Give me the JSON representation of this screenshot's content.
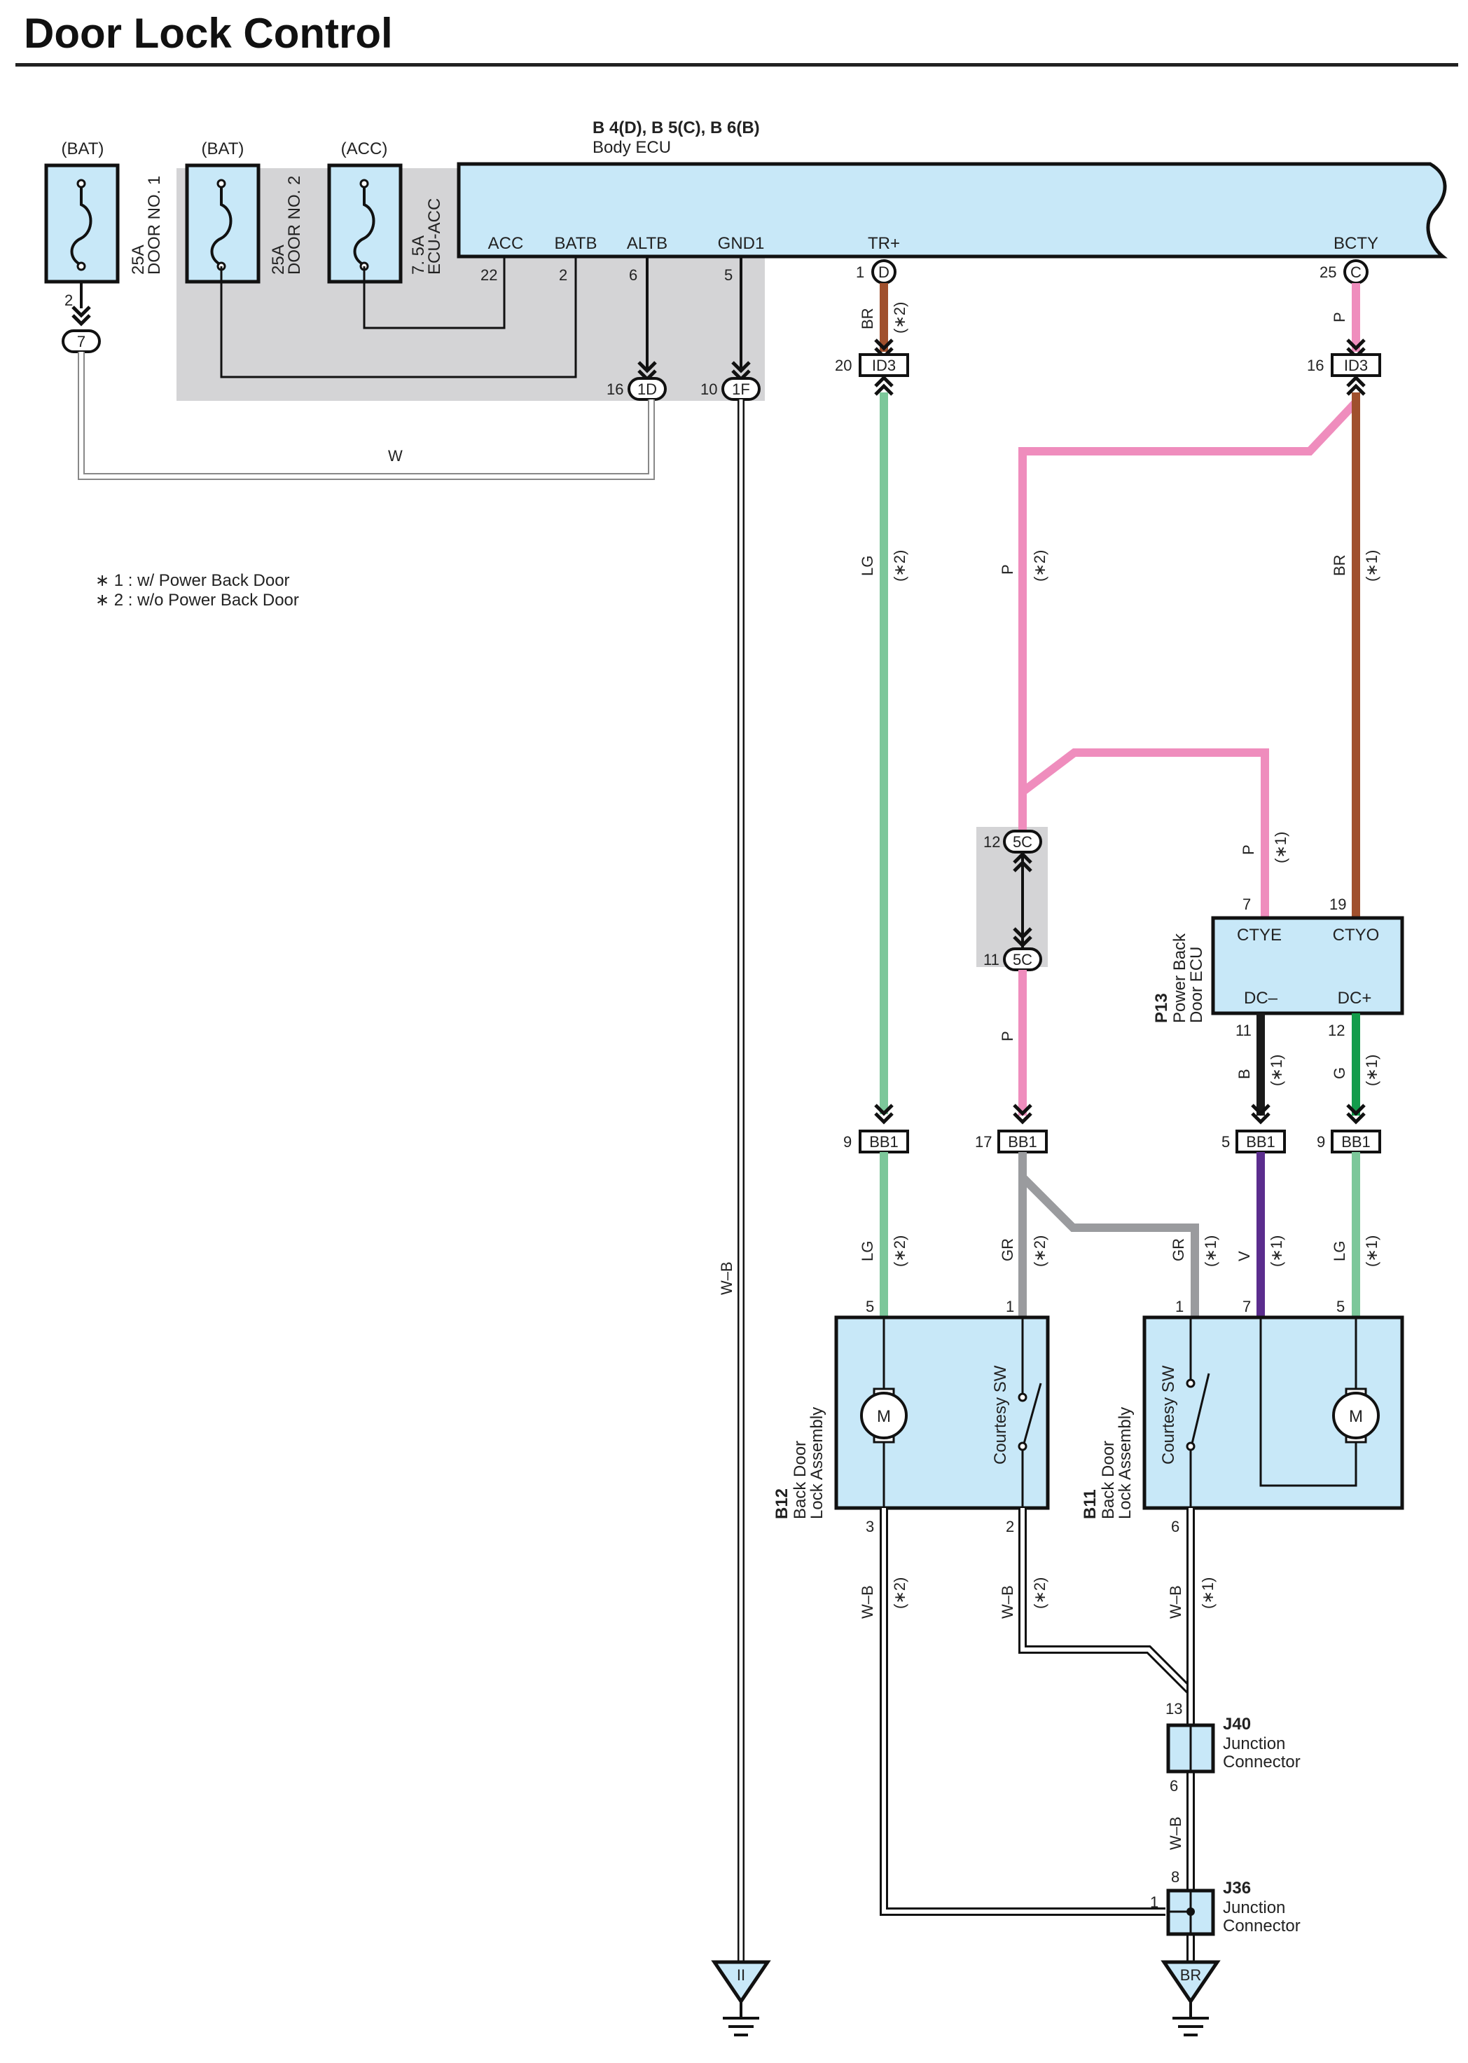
{
  "title": "Door Lock Control",
  "fuses": [
    {
      "source": "(BAT)",
      "rating": "25A",
      "name": "DOOR NO. 1"
    },
    {
      "source": "(BAT)",
      "rating": "25A",
      "name": "DOOR NO. 2"
    },
    {
      "source": "(ACC)",
      "rating": "7. 5A",
      "name": "ECU-ACC"
    }
  ],
  "fuse_pin": "2",
  "fuse_connector": "7",
  "body_ecu": {
    "id": "B 4(D), B 5(C), B 6(B)",
    "name": "Body ECU",
    "terminals": [
      {
        "name": "ACC",
        "pin": "22"
      },
      {
        "name": "BATB",
        "pin": "2"
      },
      {
        "name": "ALTB",
        "pin": "6"
      },
      {
        "name": "GND1",
        "pin": "5"
      },
      {
        "name": "TR+",
        "pin": "1",
        "conn": "D"
      },
      {
        "name": "BCTY",
        "pin": "25",
        "conn": "C"
      }
    ]
  },
  "junction_connectors": [
    {
      "pin": "16",
      "conn": "1D"
    },
    {
      "pin": "10",
      "conn": "1F"
    },
    {
      "pin": "20",
      "conn": "ID3"
    },
    {
      "pin": "16",
      "conn": "ID3"
    },
    {
      "pin": "12",
      "conn": "5C"
    },
    {
      "pin": "11",
      "conn": "5C"
    },
    {
      "pin": "9",
      "conn": "BB1"
    },
    {
      "pin": "17",
      "conn": "BB1"
    },
    {
      "pin": "5",
      "conn": "BB1"
    },
    {
      "pin": "9",
      "conn": "BB1"
    }
  ],
  "wires": {
    "w": "W",
    "br": "BR",
    "p": "P",
    "lg": "LG",
    "gr": "GR",
    "b": "B",
    "g": "G",
    "v": "V",
    "wb": "W–B"
  },
  "notes_refs": {
    "n1": "(∗1)",
    "n2": "(∗2)"
  },
  "notes": [
    "∗ 1 : w/ Power Back Door",
    "∗ 2 : w/o Power Back Door"
  ],
  "power_back_door_ecu": {
    "id": "P13",
    "name_line1": "Power Back",
    "name_line2": "Door ECU",
    "terminals": [
      {
        "name": "CTYE",
        "pin": "7"
      },
      {
        "name": "CTYO",
        "pin": "19"
      },
      {
        "name": "DC–",
        "pin": "11"
      },
      {
        "name": "DC+",
        "pin": "12"
      }
    ]
  },
  "b12": {
    "id": "B12",
    "name_line1": "Back Door",
    "name_line2": "Lock Assembly",
    "switch": "Courtesy SW",
    "motor": "M",
    "pins": {
      "top_left": "5",
      "top_right": "1",
      "bottom_left": "3",
      "bottom_right": "2"
    }
  },
  "b11": {
    "id": "B11",
    "name_line1": "Back Door",
    "name_line2": "Lock Assembly",
    "switch": "Courtesy SW",
    "motor": "M",
    "pins": {
      "top_sw": "1",
      "top_v": "7",
      "top_lg": "5",
      "bottom": "6"
    }
  },
  "j40": {
    "id": "J40",
    "name_line1": "Junction",
    "name_line2": "Connector",
    "pin_top": "13",
    "pin_bottom": "6"
  },
  "j36": {
    "id": "J36",
    "name_line1": "Junction",
    "name_line2": "Connector",
    "pin_top": "8",
    "pin_left": "1"
  },
  "grounds": [
    {
      "label": "II"
    },
    {
      "label": "BR"
    }
  ],
  "colors": {
    "component_fill": "#c8e8f8",
    "gray_area": "#d4d4d6",
    "wire_pink": "#ef8dbd",
    "wire_brown": "#a0502d",
    "wire_lightgreen": "#7cc79a",
    "wire_green": "#139c4b",
    "wire_gray": "#9a9b9e",
    "wire_black": "#1a1a1a",
    "wire_violet": "#5b2d8e"
  }
}
